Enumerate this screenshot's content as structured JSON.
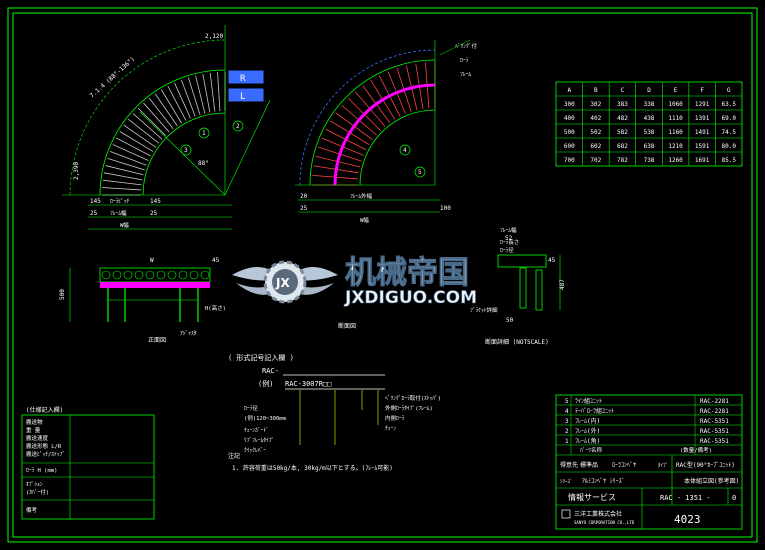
{
  "colors": {
    "line": "#00ff00",
    "text": "#ffffff",
    "accent": "#ff00ff",
    "red": "#ff4040",
    "cyan": "#00ffff",
    "yellow": "#ffff00",
    "blue": "#3a6bff"
  },
  "view_plan": {
    "radius_labels": [
      "2,120",
      "2,390"
    ],
    "arc_label": "7.1.4  (88°-136°)",
    "angle_label": "88°",
    "tag_r": "R",
    "tag_l": "L",
    "dims": [
      "145",
      "25",
      "145",
      "25"
    ],
    "bottom_labels": [
      "ﾛｰﾗﾋﾟｯﾁ",
      "ﾌﾚｰﾑ幅",
      "W幅"
    ],
    "callouts": [
      "1",
      "2",
      "3",
      "4",
      "5"
    ]
  },
  "view_detail": {
    "note_lines": [
      "ﾍﾞﾘﾝｸﾞ付",
      "ﾛｰﾗ",
      "ﾌﾚｰﾑ"
    ],
    "dims": [
      "20",
      "25",
      "100"
    ],
    "bottom_labels": [
      "ﾌﾚｰﾑ外幅",
      "W幅"
    ]
  },
  "spec_table": {
    "headers": [
      "A",
      "B",
      "C",
      "D",
      "E",
      "F",
      "G"
    ],
    "rows": [
      [
        "300",
        "302",
        "383",
        "338",
        "1060",
        "1291",
        "63.5"
      ],
      [
        "400",
        "402",
        "482",
        "438",
        "1110",
        "1391",
        "69.0"
      ],
      [
        "500",
        "502",
        "582",
        "538",
        "1160",
        "1491",
        "74.5"
      ],
      [
        "600",
        "602",
        "682",
        "638",
        "1210",
        "1591",
        "80.0"
      ],
      [
        "700",
        "702",
        "782",
        "738",
        "1260",
        "1691",
        "85.5"
      ]
    ]
  },
  "side_view": {
    "dims": [
      "500",
      "W",
      "45"
    ],
    "labels": [
      "H(高さ)",
      "ｱｼﾞｬｽﾀ"
    ]
  },
  "section_view": {
    "labels": [
      "ﾌﾚｰﾑ幅",
      "ﾛｰﾗ長さ",
      "ﾛｰﾗ径"
    ],
    "dims": [
      "52",
      "487",
      "50",
      "45"
    ]
  },
  "captions": {
    "front": "正面図",
    "section": "断面図",
    "bracket": "ﾌﾞﾗｹｯﾄ詳細",
    "notscale": "断面詳細 (NOTSCALE)"
  },
  "model_code": {
    "title": "( 形式記号記入欄 )",
    "prefix": "RAC-",
    "example_label": "(例)",
    "example": "RAC-3007R□□",
    "options": [
      "ﾛｰﾗ径",
      "(例)120~300mm",
      "ﾁｪｰﾝｶﾞｰﾄﾞ",
      "ﾘﾌﾞﾌﾚｰﾑﾀｲﾌﾟ",
      "ｸｲｯｸﾚﾊﾞｰ"
    ],
    "right_options": [
      "ﾍﾞﾘﾝｸﾞﾛｰﾗ取付(ｽﾄｯﾊﾟ)",
      "外側ﾛｰﾗﾀｲﾌﾟ(ﾌﾚｰﾑ)",
      "内側ﾛｰﾗ",
      "ﾁｪｰﾝ"
    ],
    "notes_label": "注記",
    "notes": [
      "1. 許容荷重は50kg/本, 30kg/m以下とする。(ﾌﾚｰﾑ可能)"
    ]
  },
  "left_box": {
    "title": "(仕様記入欄)",
    "rows": [
      "搬送物",
      "重 量",
      "搬送速度",
      "搬送形態 L/R",
      "搬送ﾋﾟｯﾁ/ｽﾄｯﾌﾟ",
      "ﾛｰﾗ H (mm)",
      "ｵﾌﾟｼｮﾝ",
      "(ｶﾊﾞｰ付)",
      "備考"
    ]
  },
  "parts_list": [
    {
      "no": "5",
      "name": "ﾗｲﾝ組ﾕﾆｯﾄ",
      "code": "RAC-2281"
    },
    {
      "no": "4",
      "name": "ﾃｰﾊﾟﾛｰﾗ組ﾕﾆｯﾄ",
      "code": "RAC-2281"
    },
    {
      "no": "3",
      "name": "ﾌﾚｰﾑ(内)",
      "code": "RAC-5351"
    },
    {
      "no": "2",
      "name": "ﾌﾚｰﾑ(外)",
      "code": "RAC-5351"
    },
    {
      "no": "1",
      "name": "ﾌﾚｰﾑ(角)",
      "code": "RAC-5351"
    }
  ],
  "title_block": {
    "col_header": "ﾊﾟｰﾂ名称",
    "qty_header": "(数量/備考)",
    "customer_label": "得意先",
    "customer": "標準品",
    "product": "ﾛｰﾗｺﾝﾍﾞﾔ",
    "part_label": "ﾀｲﾌﾟ",
    "part": "RAC型(90°ｶｰﾌﾞﾕﾆｯﾄ)",
    "series_label": "ｼﾘｰｽﾞ",
    "series": "ｱﾙﾐｺﾝﾍﾞﾔ ｼﾘｰｽﾞ",
    "assembly": "本体組立図(参考図)",
    "service": "情報サービス",
    "drawing_no": "RAC - 1351 -",
    "rev": "0",
    "company": "三洋工業株式会社",
    "company_en": "SANYO CORPORATION CO.,LTD",
    "sheet_number": "4023"
  },
  "watermark": {
    "cn": "机械帝国",
    "en": "JXDIGUO.COM",
    "emblem": "JX"
  }
}
